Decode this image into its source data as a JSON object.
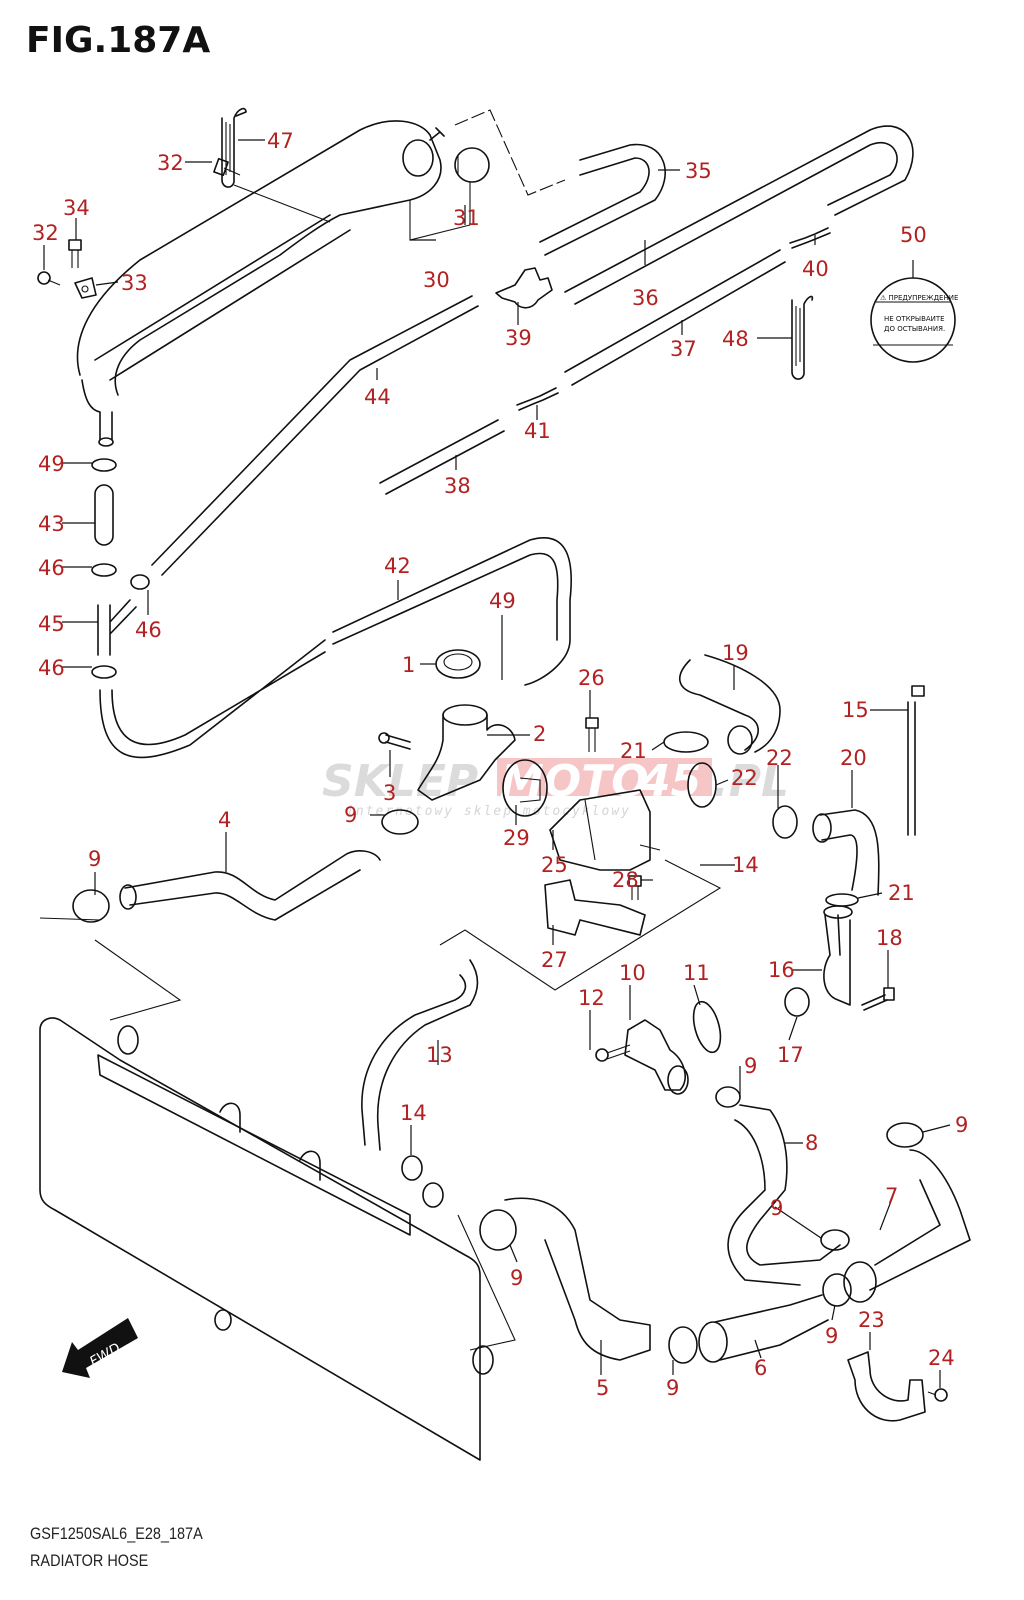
{
  "figure": {
    "title": "FIG.187A",
    "model_code": "GSF1250SAL6_E28_187A",
    "name": "RADIATOR HOSE",
    "callout_color": "#b22222",
    "line_color": "#111111"
  },
  "watermark": {
    "brand_part1": "SKLEP",
    "brand_part2": "MOTO",
    "brand_part3": "45",
    "brand_part4": ".PL",
    "tagline": "internetowy sklep motocyklowy",
    "accent_color": "#f2a0a0"
  },
  "fwd_arrow": {
    "label": "FWD"
  },
  "warning_label": {
    "part_no": "50",
    "heading": "⚠ ПРЕДУПРЕЖДЕНИЕ",
    "line1": "НЕ ОТКРЫВАИТЕ",
    "line2": "ДО ОСТЫВАНИЯ."
  },
  "callouts": [
    {
      "id": "c1",
      "text": "1"
    },
    {
      "id": "c2",
      "text": "2"
    },
    {
      "id": "c3",
      "text": "3"
    },
    {
      "id": "c4",
      "text": "4"
    },
    {
      "id": "c5",
      "text": "5"
    },
    {
      "id": "c6",
      "text": "6"
    },
    {
      "id": "c7",
      "text": "7"
    },
    {
      "id": "c8",
      "text": "8"
    },
    {
      "id": "c9a",
      "text": "9"
    },
    {
      "id": "c9b",
      "text": "9"
    },
    {
      "id": "c9c",
      "text": "9"
    },
    {
      "id": "c9d",
      "text": "9"
    },
    {
      "id": "c9e",
      "text": "9"
    },
    {
      "id": "c9f",
      "text": "9"
    },
    {
      "id": "c9g",
      "text": "9"
    },
    {
      "id": "c9h",
      "text": "9"
    },
    {
      "id": "c10",
      "text": "10"
    },
    {
      "id": "c11",
      "text": "11"
    },
    {
      "id": "c12",
      "text": "12"
    },
    {
      "id": "c13",
      "text": "13"
    },
    {
      "id": "c14a",
      "text": "14"
    },
    {
      "id": "c14b",
      "text": "14"
    },
    {
      "id": "c15",
      "text": "15"
    },
    {
      "id": "c16",
      "text": "16"
    },
    {
      "id": "c17",
      "text": "17"
    },
    {
      "id": "c18",
      "text": "18"
    },
    {
      "id": "c19",
      "text": "19"
    },
    {
      "id": "c20",
      "text": "20"
    },
    {
      "id": "c21a",
      "text": "21"
    },
    {
      "id": "c21b",
      "text": "21"
    },
    {
      "id": "c22a",
      "text": "22"
    },
    {
      "id": "c22b",
      "text": "22"
    },
    {
      "id": "c23",
      "text": "23"
    },
    {
      "id": "c24",
      "text": "24"
    },
    {
      "id": "c25",
      "text": "25"
    },
    {
      "id": "c26",
      "text": "26"
    },
    {
      "id": "c27",
      "text": "27"
    },
    {
      "id": "c28",
      "text": "28"
    },
    {
      "id": "c29",
      "text": "29"
    },
    {
      "id": "c30",
      "text": "30"
    },
    {
      "id": "c31",
      "text": "31"
    },
    {
      "id": "c32a",
      "text": "32"
    },
    {
      "id": "c32b",
      "text": "32"
    },
    {
      "id": "c33",
      "text": "33"
    },
    {
      "id": "c34",
      "text": "34"
    },
    {
      "id": "c35",
      "text": "35"
    },
    {
      "id": "c36",
      "text": "36"
    },
    {
      "id": "c37",
      "text": "37"
    },
    {
      "id": "c38",
      "text": "38"
    },
    {
      "id": "c39",
      "text": "39"
    },
    {
      "id": "c40",
      "text": "40"
    },
    {
      "id": "c41",
      "text": "41"
    },
    {
      "id": "c42",
      "text": "42"
    },
    {
      "id": "c43",
      "text": "43"
    },
    {
      "id": "c44",
      "text": "44"
    },
    {
      "id": "c45",
      "text": "45"
    },
    {
      "id": "c46a",
      "text": "46"
    },
    {
      "id": "c46b",
      "text": "46"
    },
    {
      "id": "c46c",
      "text": "46"
    },
    {
      "id": "c47",
      "text": "47"
    },
    {
      "id": "c48",
      "text": "48"
    },
    {
      "id": "c49a",
      "text": "49"
    },
    {
      "id": "c49b",
      "text": "49"
    },
    {
      "id": "c50",
      "text": "50"
    }
  ]
}
